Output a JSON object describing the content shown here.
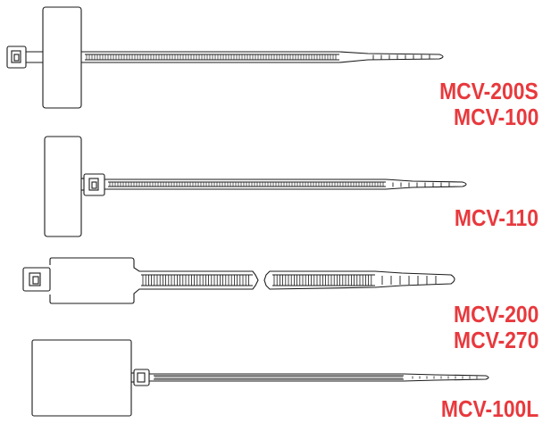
{
  "colors": {
    "label": "#e8393d",
    "line": "#1a1a1a",
    "background": "#ffffff"
  },
  "products": [
    {
      "labels": [
        "MCV-200S",
        "MCV-100"
      ]
    },
    {
      "labels": [
        "MCV-110"
      ]
    },
    {
      "labels": [
        "MCV-200",
        "MCV-270"
      ]
    },
    {
      "labels": [
        "MCV-100L"
      ]
    }
  ]
}
